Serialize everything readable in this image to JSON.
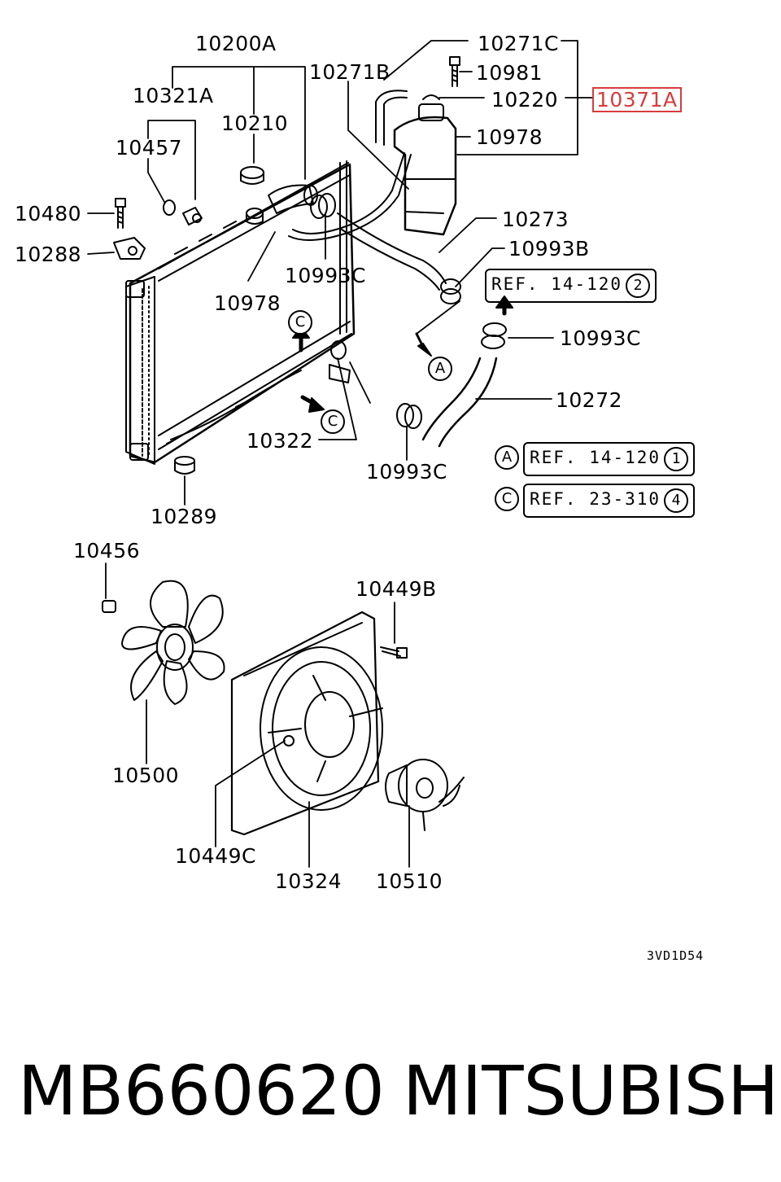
{
  "labels": {
    "p10200A": "10200A",
    "p10321A": "10321A",
    "p10210": "10210",
    "p10457": "10457",
    "p10480": "10480",
    "p10288": "10288",
    "p10978a": "10978",
    "p10993C_a": "10993C",
    "p10271B": "10271B",
    "p10271C": "10271C",
    "p10981": "10981",
    "p10220": "10220",
    "p10371A": "10371A",
    "p10978b": "10978",
    "p10273": "10273",
    "p10993B": "10993B",
    "p10993C_b": "10993C",
    "p10272": "10272",
    "p10322": "10322",
    "p10993C_c": "10993C",
    "p10289": "10289",
    "p10456": "10456",
    "p10449B": "10449B",
    "p10500": "10500",
    "p10449C": "10449C",
    "p10324": "10324",
    "p10510": "10510"
  },
  "refs": {
    "ref1": {
      "text": "REF. 14-120",
      "num": "2"
    },
    "refA": {
      "marker": "A",
      "text": "REF. 14-120",
      "num": "1"
    },
    "refC": {
      "marker": "C",
      "text": "REF. 23-310",
      "num": "4"
    }
  },
  "markers": {
    "mC1": "C",
    "mA": "A",
    "mC2": "C"
  },
  "diagram_code": "3VD1D54",
  "footer": {
    "part_number": "MB660620",
    "brand": "MITSUBISHI"
  },
  "colors": {
    "highlight": "#d83c3c",
    "ink": "#000000"
  }
}
